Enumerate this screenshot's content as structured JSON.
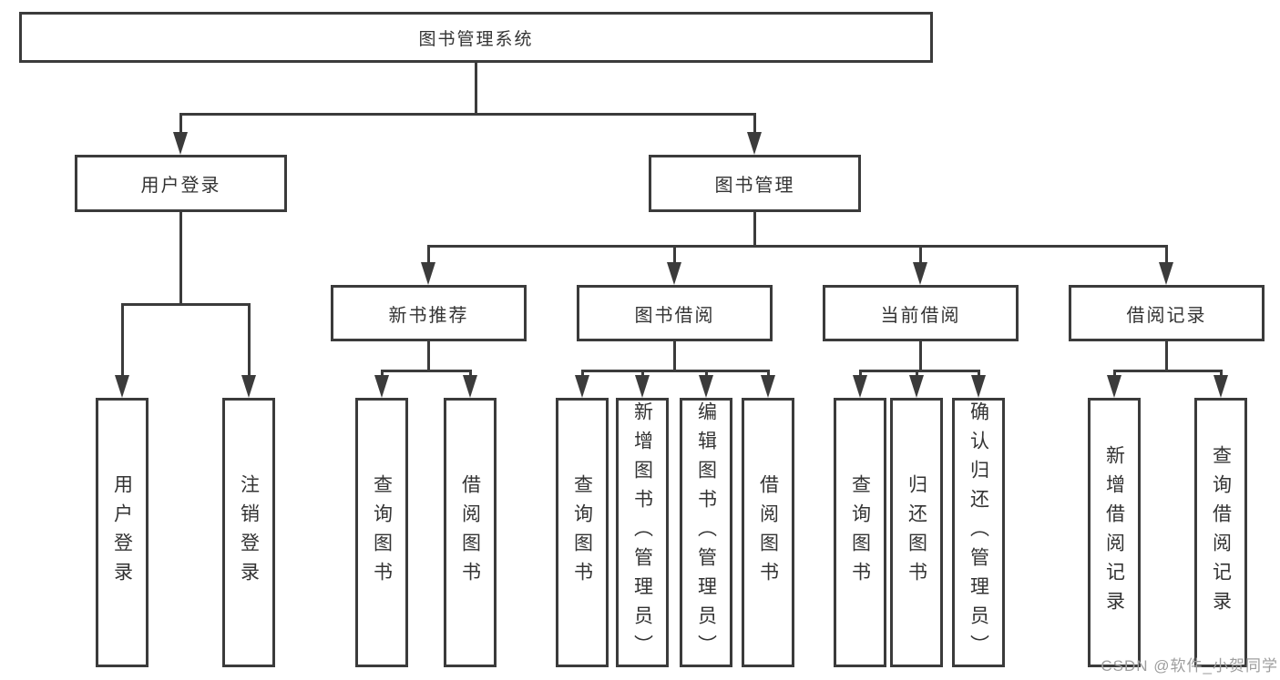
{
  "nodes": {
    "root": "图书管理系统",
    "user_login": "用户登录",
    "book_mgmt": "图书管理",
    "new_book_rec": "新书推荐",
    "book_borrow": "图书借阅",
    "current_borrow": "当前借阅",
    "borrow_record": "借阅记录"
  },
  "leaves": [
    {
      "label": "用户登录"
    },
    {
      "label": "注销登录"
    },
    {
      "label": "查询图书"
    },
    {
      "label": "借阅图书"
    },
    {
      "label": "查询图书"
    },
    {
      "label": "新增图书（管理员）"
    },
    {
      "label": "编辑图书（管理员）"
    },
    {
      "label": "借阅图书"
    },
    {
      "label": "查询图书"
    },
    {
      "label": "归还图书"
    },
    {
      "label": "确认归还（管理员）"
    },
    {
      "label": "新增借阅记录"
    },
    {
      "label": "查询借阅记录"
    }
  ],
  "watermark": "CSDN @软件_小贺同学",
  "colors": {
    "line": "#3b3b3b",
    "text": "#333333",
    "watermark": "#9e9e9e",
    "background": "#ffffff"
  }
}
